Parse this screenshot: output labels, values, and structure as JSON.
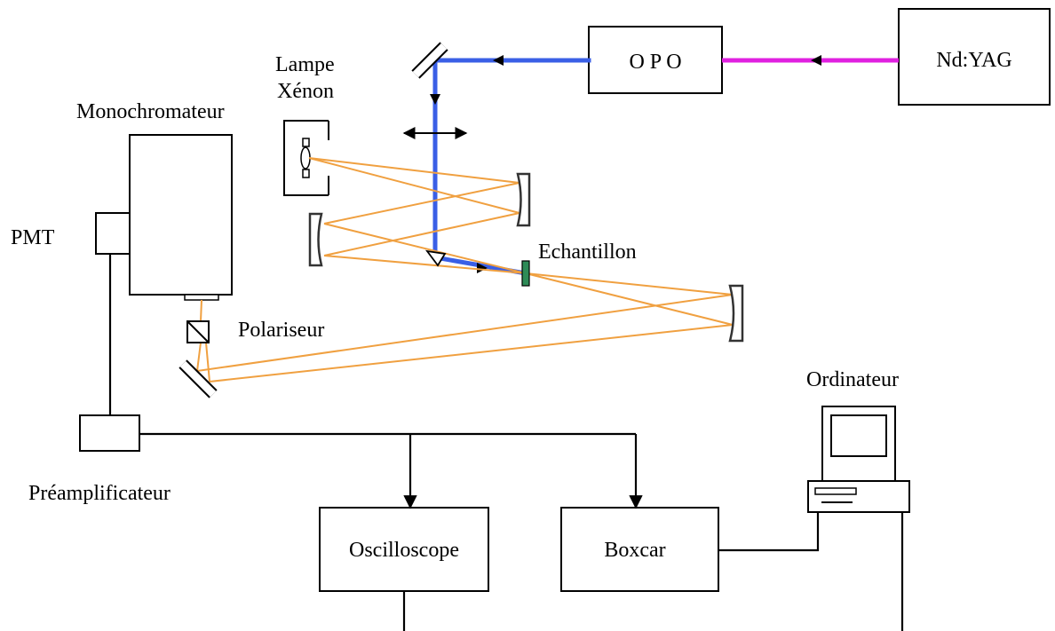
{
  "labels": {
    "nd_yag": "Nd:YAG",
    "opo": "O P O",
    "lampe_line1": "Lampe",
    "lampe_line2": "Xénon",
    "monochromateur": "Monochromateur",
    "pmt": "PMT",
    "echantillon": "Echantillon",
    "polariseur": "Polariseur",
    "ordinateur": "Ordinateur",
    "preamplificateur": "Préamplificateur",
    "oscilloscope": "Oscilloscope",
    "boxcar": "Boxcar"
  },
  "colors": {
    "pump_beam": "#e020e0",
    "laser_beam": "#3a5fe6",
    "probe_beam": "#f0a040",
    "sample": "#2e8b57",
    "wiring": "#000000"
  }
}
